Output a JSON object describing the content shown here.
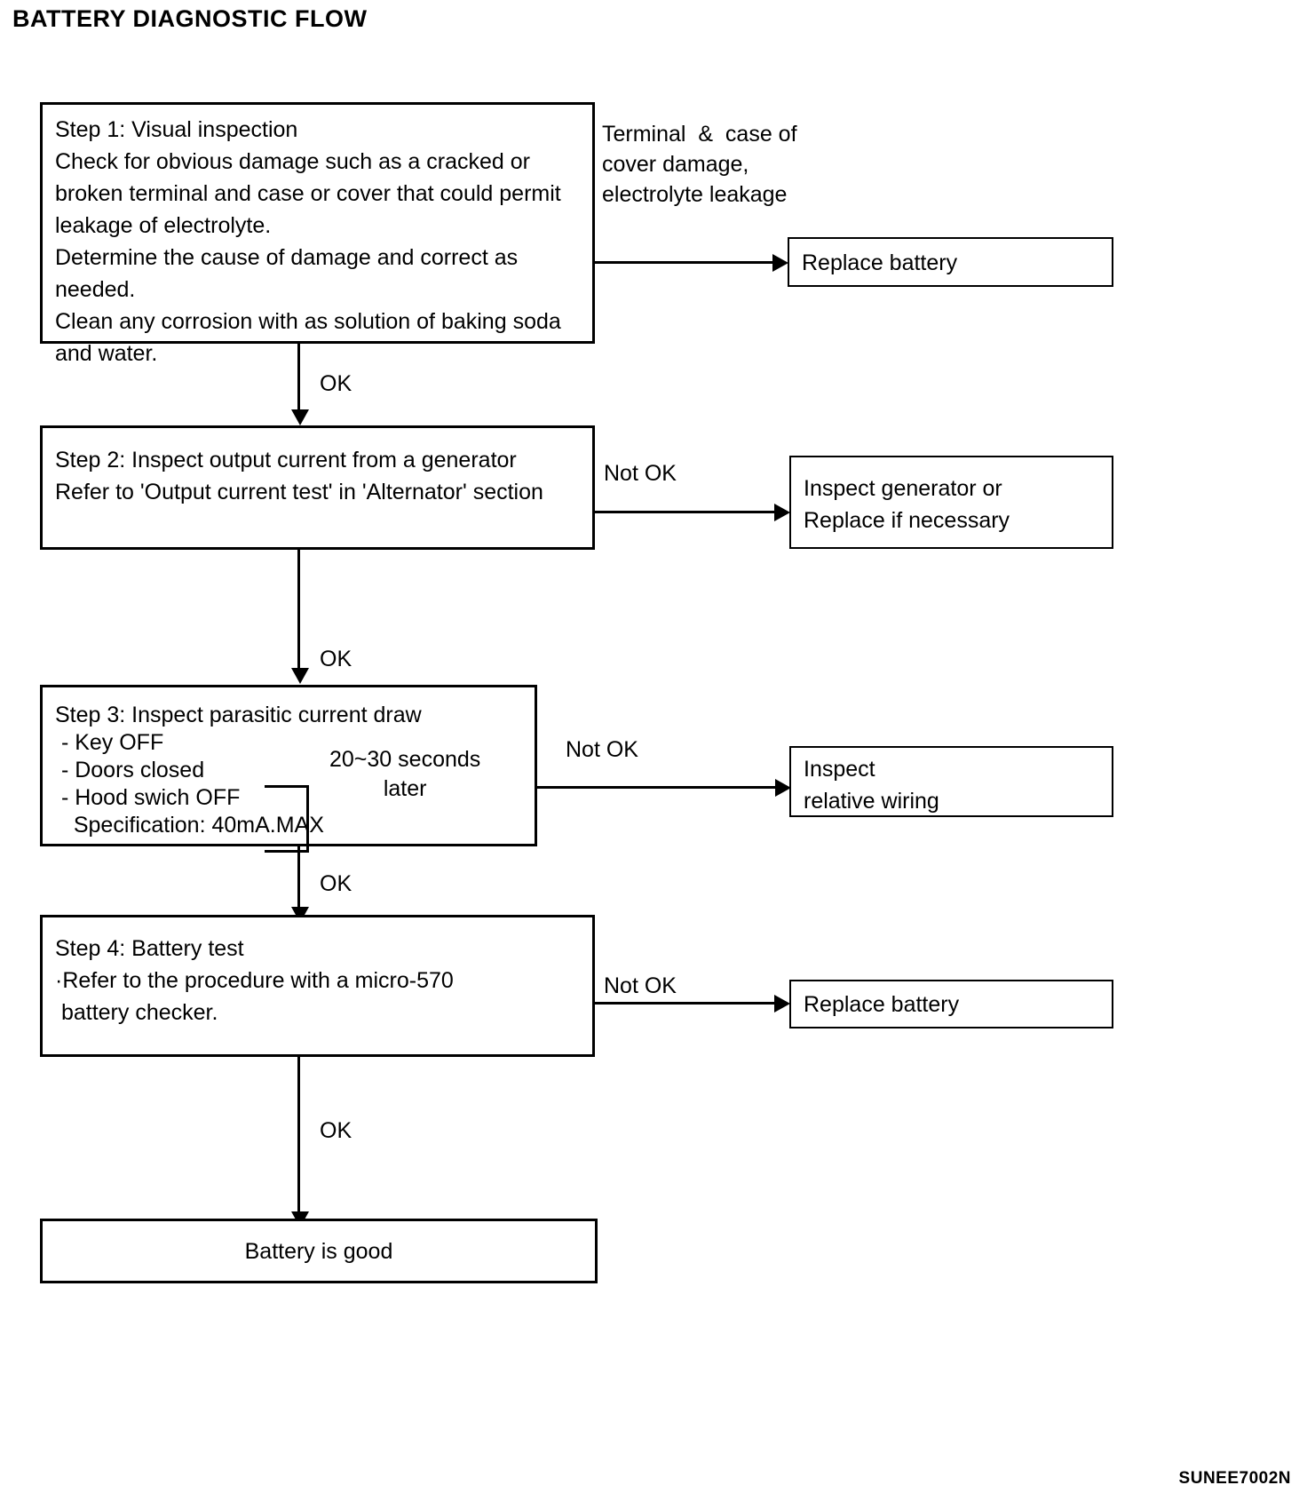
{
  "title": "BATTERY DIAGNOSTIC FLOW",
  "footer_code": "SUNEE7002N",
  "steps": [
    {
      "id": "step-1",
      "text": "Step 1: Visual inspection\nCheck for obvious damage such as a cracked or\nbroken terminal and case or cover that could permit\nleakage of electrolyte.\nDetermine the cause of damage and correct as\nneeded.\nClean any corrosion with as solution of baking soda\nand water."
    },
    {
      "id": "step-2",
      "text": "Step 2: Inspect output current from a generator\nRefer to 'Output current test' in 'Alternator' section"
    },
    {
      "id": "step-3",
      "text": "Step 3: Inspect parasitic current draw\n - Key OFF\n - Doors closed\n - Hood swich OFF\n   Specification: 40mA.MAX"
    },
    {
      "id": "step-4",
      "text": "Step 4: Battery test\n·Refer to the procedure with a micro-570\n battery checker."
    }
  ],
  "results": [
    {
      "id": "result-1",
      "text": "Replace battery"
    },
    {
      "id": "result-2",
      "text": "Inspect generator or\nReplace if necessary"
    },
    {
      "id": "result-3",
      "text": "Inspect\nrelative wiring"
    },
    {
      "id": "result-4",
      "text": "Replace battery"
    }
  ],
  "terminal_box": {
    "id": "battery-good",
    "text": "Battery is good"
  },
  "notes": {
    "step1_condition": "Terminal  &  case of\ncover damage,\nelectrolyte leakage",
    "step3_timing": "20~30 seconds\nlater"
  },
  "edge_labels": {
    "ok_1": "OK",
    "ok_2": "OK",
    "ok_3": "OK",
    "ok_4": "OK",
    "not_ok_2": "Not OK",
    "not_ok_3": "Not OK",
    "not_ok_4": "Not OK"
  },
  "chart_data": {
    "type": "flowchart",
    "title": "BATTERY DIAGNOSTIC FLOW",
    "nodes": [
      {
        "id": "step-1",
        "label": "Step 1: Visual inspection"
      },
      {
        "id": "step-2",
        "label": "Step 2: Inspect output current from a generator"
      },
      {
        "id": "step-3",
        "label": "Step 3: Inspect parasitic current draw"
      },
      {
        "id": "step-4",
        "label": "Step 4: Battery test"
      },
      {
        "id": "result-1",
        "label": "Replace battery"
      },
      {
        "id": "result-2",
        "label": "Inspect generator or Replace if necessary"
      },
      {
        "id": "result-3",
        "label": "Inspect relative wiring"
      },
      {
        "id": "result-4",
        "label": "Replace battery"
      },
      {
        "id": "battery-good",
        "label": "Battery is good"
      }
    ],
    "edges": [
      {
        "from": "step-1",
        "to": "step-2",
        "label": "OK"
      },
      {
        "from": "step-1",
        "to": "result-1",
        "label": "Terminal & case of cover damage, electrolyte leakage"
      },
      {
        "from": "step-2",
        "to": "step-3",
        "label": "OK"
      },
      {
        "from": "step-2",
        "to": "result-2",
        "label": "Not OK"
      },
      {
        "from": "step-3",
        "to": "step-4",
        "label": "OK"
      },
      {
        "from": "step-3",
        "to": "result-3",
        "label": "Not OK"
      },
      {
        "from": "step-4",
        "to": "battery-good",
        "label": "OK"
      },
      {
        "from": "step-4",
        "to": "result-4",
        "label": "Not OK"
      }
    ]
  }
}
